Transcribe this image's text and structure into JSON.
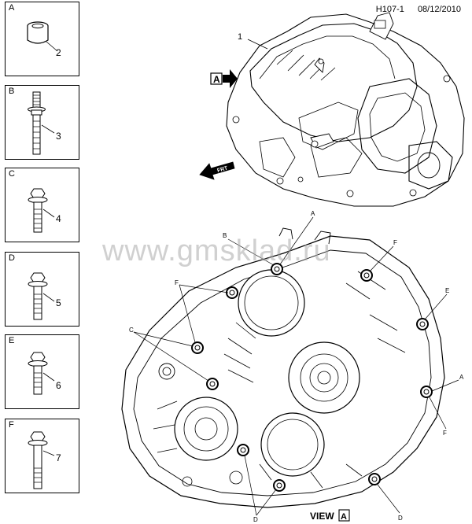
{
  "header": {
    "code": "H107-1",
    "date": "08/12/2010"
  },
  "panels": [
    {
      "letter": "A",
      "number": "2"
    },
    {
      "letter": "B",
      "number": "3"
    },
    {
      "letter": "C",
      "number": "4"
    },
    {
      "letter": "D",
      "number": "5"
    },
    {
      "letter": "E",
      "number": "6"
    },
    {
      "letter": "F",
      "number": "7"
    }
  ],
  "callouts": {
    "transmission": "1",
    "view_arrow": "A",
    "front_tag": "FRT",
    "bolt_labels": [
      "A",
      "B",
      "F",
      "F",
      "E",
      "C",
      "A",
      "F",
      "D",
      "D"
    ]
  },
  "view_label": {
    "text": "VIEW",
    "letter": "A"
  },
  "watermark": "www.gmsklad.ru"
}
